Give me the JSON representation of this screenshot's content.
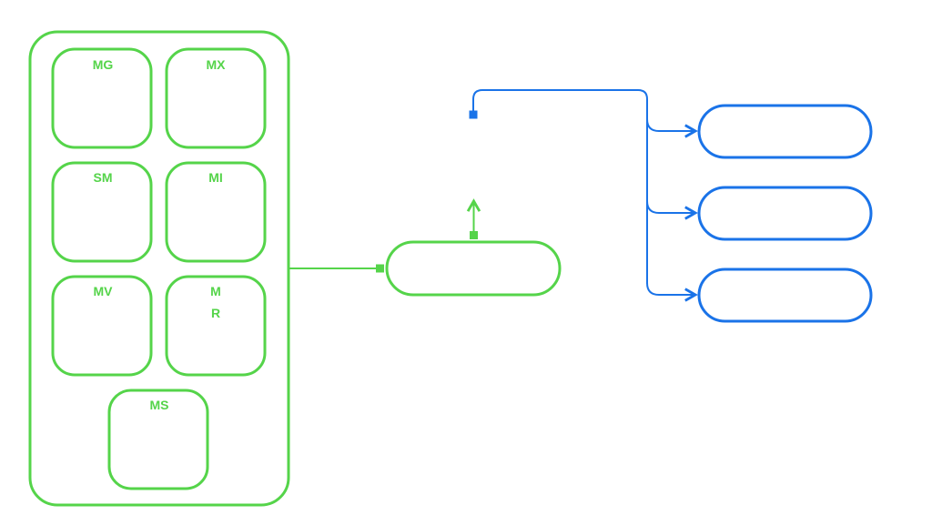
{
  "colors": {
    "green": "#55d44a",
    "blue": "#1a73e8",
    "background": "#ffffff"
  },
  "modules": [
    {
      "id": "mg",
      "label": "MG"
    },
    {
      "id": "mx",
      "label": "MX"
    },
    {
      "id": "sm",
      "label": "SM"
    },
    {
      "id": "mi",
      "label": "MI"
    },
    {
      "id": "mv",
      "label": "MV"
    },
    {
      "id": "mr",
      "label_line1": "M",
      "label_line2": "R"
    },
    {
      "id": "ms",
      "label": "MS"
    }
  ]
}
